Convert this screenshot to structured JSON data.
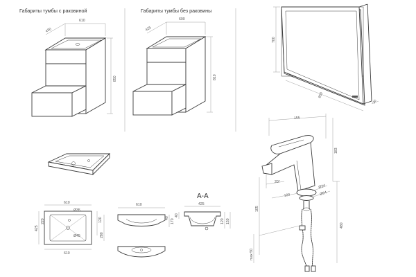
{
  "captions": {
    "with_sink": "Габариты тумбы с раковиной",
    "without_sink": "Габариты тумбы без раковины"
  },
  "section_label": "A-A",
  "dims": {
    "cab1": {
      "depth": "430",
      "width": "610",
      "height": "850"
    },
    "cab2": {
      "depth": "425",
      "width": "600",
      "height": "810"
    },
    "mirror": {
      "height": "700",
      "width": "650",
      "depth": "30"
    },
    "sink_plan": {
      "top": "610",
      "bottom": "610",
      "left": "425",
      "d1": "220",
      "d2": "120",
      "d3": "280",
      "hole1": "Ø35",
      "hole2": "Ø45"
    },
    "sink_side": {
      "width": "610",
      "h1": "40",
      "h2": "170"
    },
    "section": {
      "width": "425",
      "h1": "40",
      "h2": "120",
      "h3": "150"
    },
    "faucet": {
      "width": "155",
      "height": "183",
      "spout": "100",
      "angle": "20°",
      "d1": "Ø34",
      "d2": "Ø54",
      "base": "105",
      "hose_len": "480",
      "conn": "max 50"
    }
  },
  "colors": {
    "line": "#3a3a3a",
    "dim": "#777777",
    "text": "#444444"
  }
}
